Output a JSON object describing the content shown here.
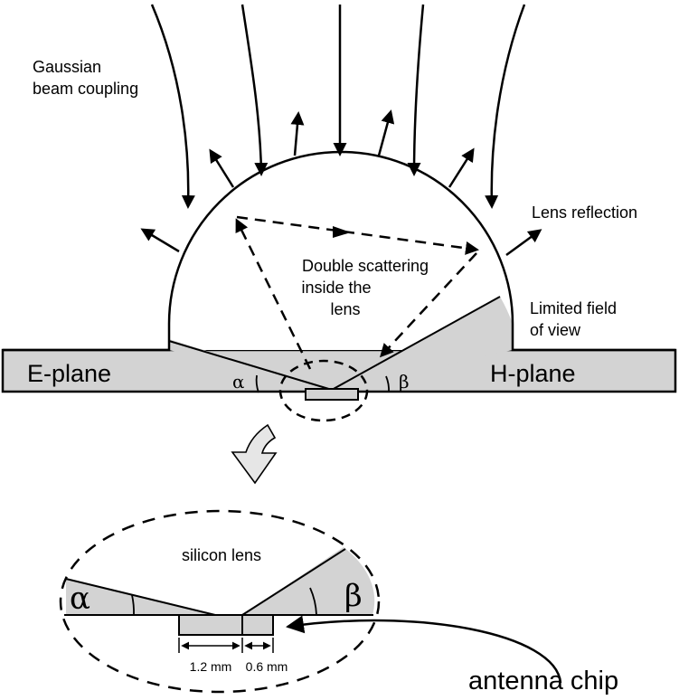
{
  "labels": {
    "gaussian_line1": "Gaussian",
    "gaussian_line2": "beam coupling",
    "lens_reflection": "Lens reflection",
    "double_line1": "Double scattering",
    "double_line2": "inside the",
    "double_line3": "lens",
    "limited_line1": "Limited field",
    "limited_line2": "of view",
    "e_plane": "E-plane",
    "h_plane": "H-plane",
    "alpha": "α",
    "beta": "β",
    "silicon_lens": "silicon lens",
    "dim_left": "1.2 mm",
    "dim_right": "0.6 mm",
    "antenna_chip": "antenna chip"
  },
  "colors": {
    "fill_gray": "#d3d3d3",
    "stroke": "#000000",
    "zoom_arrow_fill": "#e6e6e6"
  }
}
